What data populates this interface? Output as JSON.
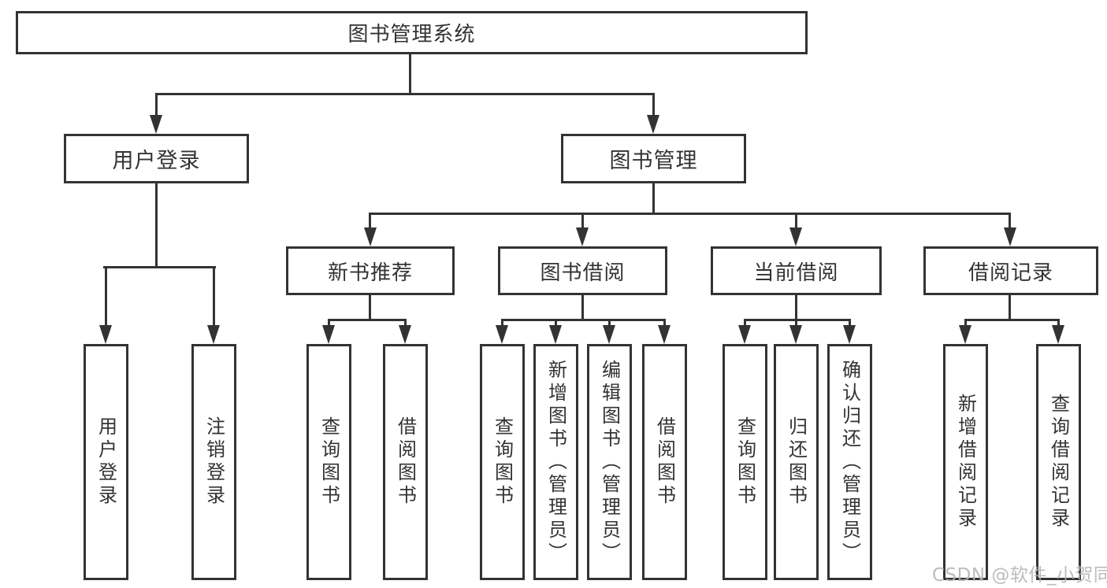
{
  "diagram": {
    "tree": {
      "root": {
        "label": "图书管理系统"
      },
      "l2": [
        {
          "label": "用户登录"
        },
        {
          "label": "图书管理"
        }
      ],
      "l3": [
        {
          "label": "新书推荐"
        },
        {
          "label": "图书借阅"
        },
        {
          "label": "当前借阅"
        },
        {
          "label": "借阅记录"
        }
      ],
      "leaves": {
        "login": [
          {
            "label": "用户登录"
          },
          {
            "label": "注销登录"
          }
        ],
        "newbook": [
          {
            "label": "查询图书"
          },
          {
            "label": "借阅图书"
          }
        ],
        "borrow": [
          {
            "label": "查询图书"
          },
          {
            "label": "新增图书（管理员）"
          },
          {
            "label": "编辑图书（管理员）"
          },
          {
            "label": "借阅图书"
          }
        ],
        "current": [
          {
            "label": "查询图书"
          },
          {
            "label": "归还图书"
          },
          {
            "label": "确认归还（管理员）"
          }
        ],
        "record": [
          {
            "label": "新增借阅记录"
          },
          {
            "label": "查询借阅记录"
          }
        ]
      }
    },
    "watermark": "CSDN @软件_小贺同学",
    "colors": {
      "line": "#333333",
      "text": "#333333",
      "watermark": "#b3b3b3",
      "background": "#ffffff"
    }
  }
}
